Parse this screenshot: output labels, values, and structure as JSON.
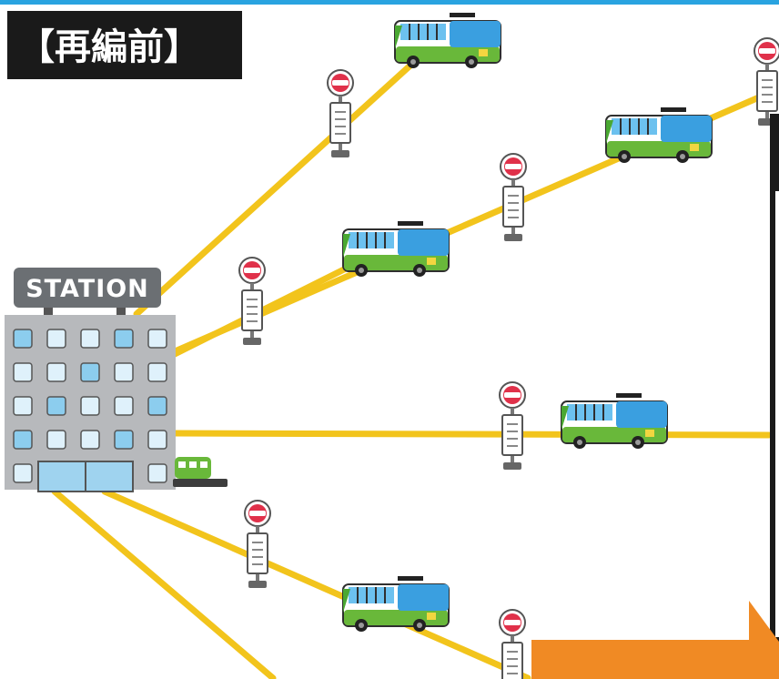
{
  "title": "【再編前】",
  "station": {
    "label": "STATION"
  },
  "routes": [
    {
      "id": "route-1",
      "stops": 1,
      "buses": 1
    },
    {
      "id": "route-2",
      "stops": 2,
      "buses": 2
    },
    {
      "id": "route-3",
      "stops": 1,
      "buses": 1
    },
    {
      "id": "route-4",
      "stops": 1,
      "buses": 1
    },
    {
      "id": "route-5",
      "stops": 2,
      "buses": 1
    },
    {
      "id": "route-6",
      "stops": 0,
      "buses": 0
    }
  ],
  "colors": {
    "route_line": "#f2c41c",
    "title_bg": "#1a1a1a",
    "frame_top": "#29a3e0",
    "arrow": "#f08a24",
    "bus_green": "#69b83a",
    "bus_blue": "#3a9fe0",
    "stop_red": "#e0314a",
    "station_grey": "#b7b9bc"
  },
  "icons": [
    "station-building-icon",
    "bus-icon",
    "bus-stop-icon",
    "tram-icon",
    "arrow-icon"
  ]
}
